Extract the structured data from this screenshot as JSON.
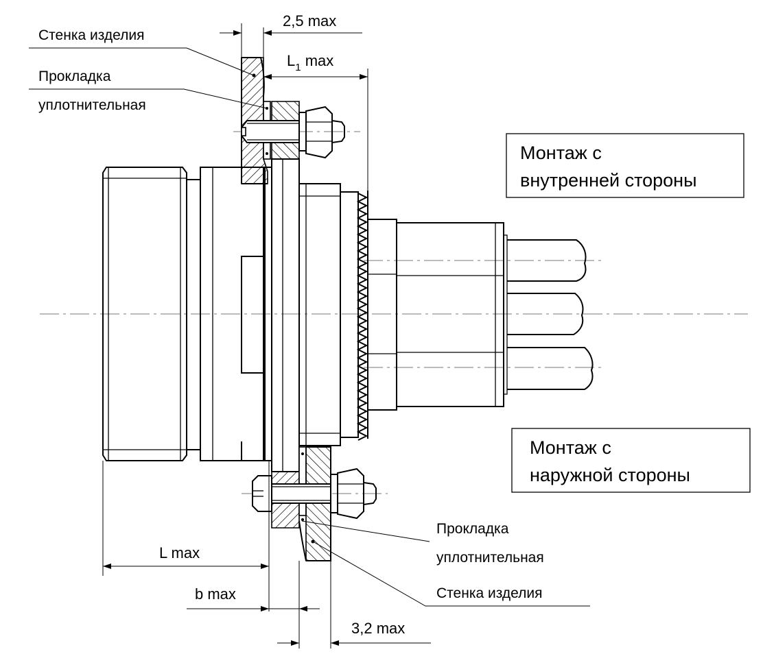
{
  "dimensions": {
    "top_wall": "2,5 max",
    "l1_main": "L",
    "l1_sub": "1",
    "l1_suffix": " max",
    "l_total": "L max",
    "b": "b max",
    "bottom_wall": "3,2 max"
  },
  "labels": {
    "wall_top": "Стенка изделия",
    "gasket_top_line1": "Прокладка",
    "gasket_top_line2": "уплотнительная",
    "gasket_bottom_line1": "Прокладка",
    "gasket_bottom_line2": "уплотнительная",
    "wall_bottom": "Стенка изделия"
  },
  "boxes": {
    "inside_line1": "Монтаж с",
    "inside_line2": "внутренней стороны",
    "outside_line1": "Монтаж с",
    "outside_line2": "наружной стороны"
  }
}
